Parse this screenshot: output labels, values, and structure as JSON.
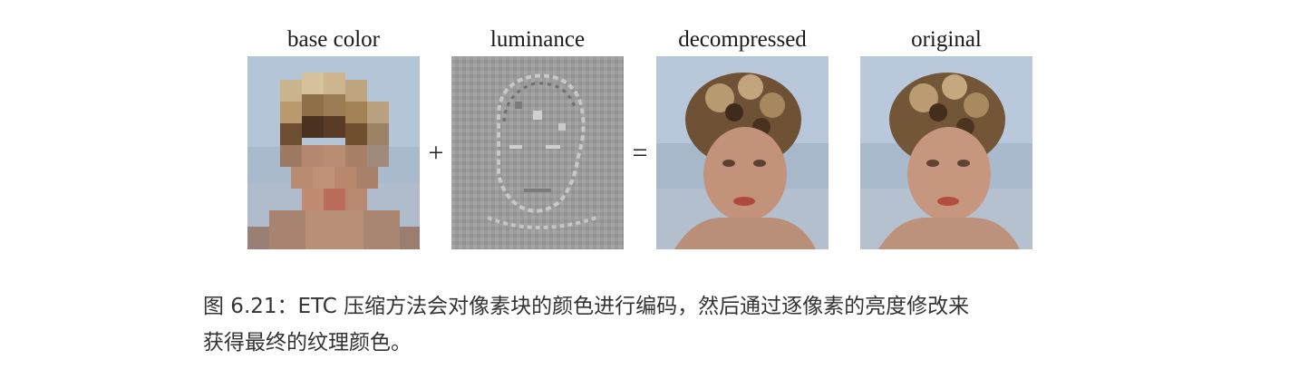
{
  "figure": {
    "panels": [
      {
        "label": "base color"
      },
      {
        "label": "luminance"
      },
      {
        "label": "decompressed"
      },
      {
        "label": "original"
      }
    ],
    "operators": {
      "plus": "+",
      "equals": "="
    }
  },
  "caption": {
    "line1": "图 6.21：ETC 压缩方法会对像素块的颜色进行编码，然后通过逐像素的亮度修改来",
    "line2": "获得最终的纹理颜色。"
  },
  "colors": {
    "sky": "#b4c4d6",
    "hair": "#7a5c3a",
    "skin": "#c99a7e",
    "lum_gray": "#9a9a9a"
  }
}
